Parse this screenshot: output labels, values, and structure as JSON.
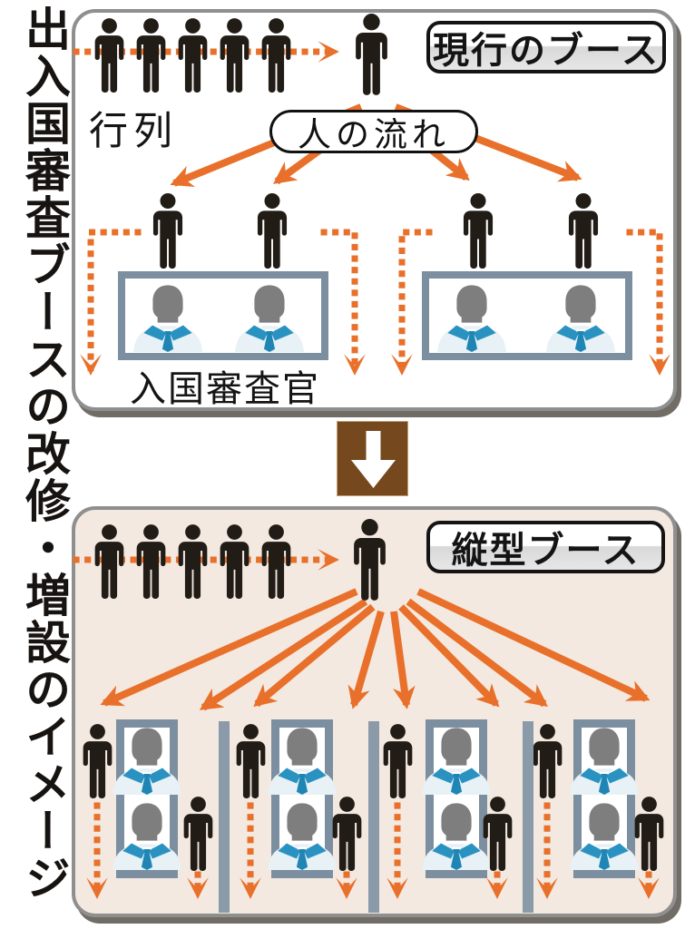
{
  "title": {
    "text": "出入国審査ブースの改修・増設のイメージ"
  },
  "panels": {
    "current": {
      "badge": "現行のブース",
      "queue_label": "行列",
      "flow_label": "人の流れ",
      "officer_label": "入国審査官",
      "queue_people": 5,
      "lead_person": 1,
      "waiting_people": 4,
      "booths": 2,
      "officers_per_booth": 2,
      "fan_arrows": 4,
      "bypass_arrows": 4
    },
    "vertical": {
      "badge": "縦型ブース",
      "queue_people": 5,
      "lead_person": 1,
      "booth_units": 4,
      "officers_per_booth": 2,
      "travelers_per_unit": 2,
      "fan_arrows": 8,
      "lane_dividers": 3
    }
  },
  "icons": {
    "person": "person-icon",
    "officer": "immigration-officer-icon",
    "down_arrow": "down-arrow-icon",
    "flow_arrow": "flow-arrow",
    "dotted_arrow": "dotted-path-arrow"
  },
  "colors": {
    "orange": "#e8702a",
    "figure_black": "#221c17",
    "booth_frame": "#7b8fa0",
    "lane_divider": "#8a9aa8",
    "officer_gray": "#7e7e7e",
    "shirt_blue": "#e7f1f6",
    "collar_blue": "#2a92c1",
    "tie_blue": "#1f85b5",
    "bottom_panel_bg": "#f3e9e0",
    "transition_brown": "#76481e",
    "panel_border": "#8f8f8f"
  }
}
